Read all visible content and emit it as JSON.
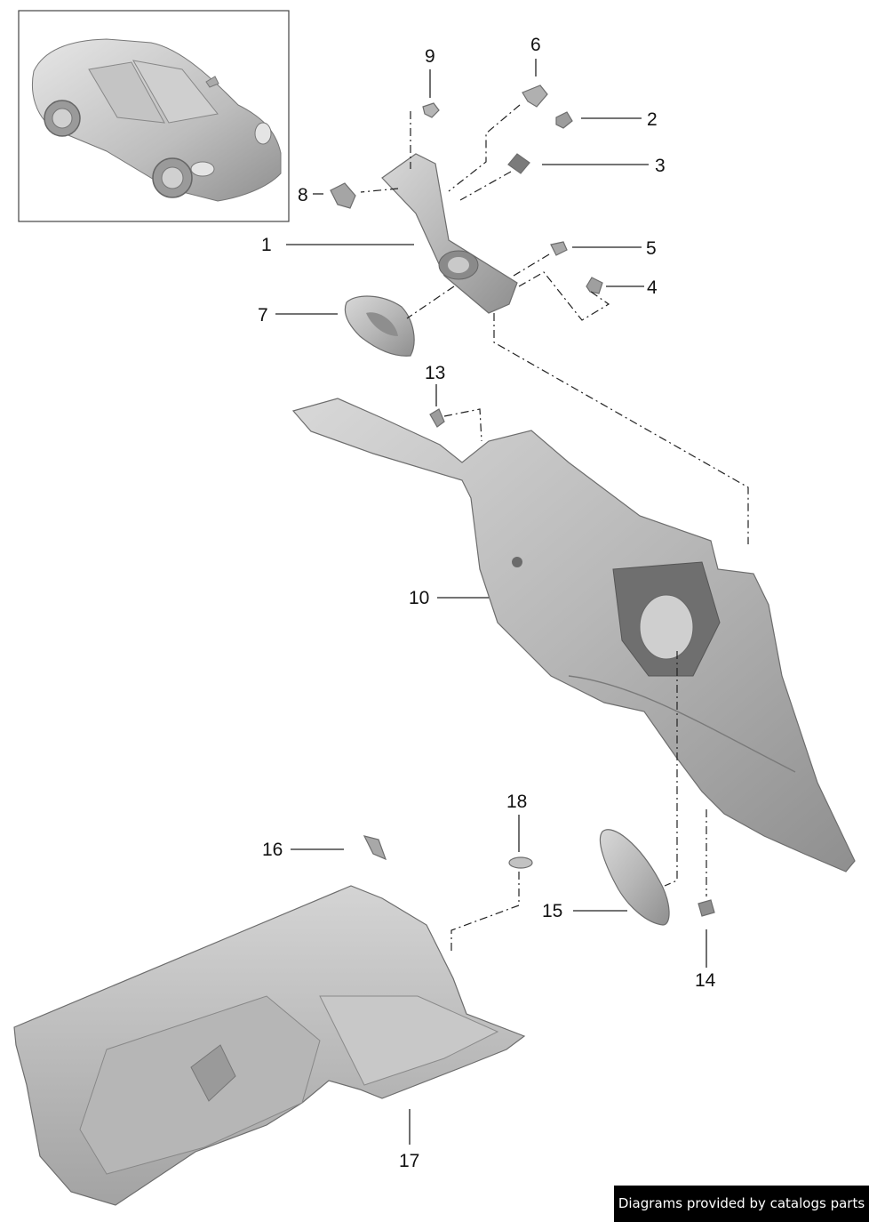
{
  "callouts": [
    "1",
    "2",
    "3",
    "4",
    "5",
    "6",
    "7",
    "8",
    "9",
    "10",
    "13",
    "14",
    "15",
    "16",
    "17",
    "18"
  ],
  "colors": {
    "part_fill": "#bdbdbd",
    "part_shadow": "#8e8e8e",
    "part_highlight": "#e2e2e2",
    "line": "#222222"
  },
  "watermark": {
    "text": "Diagrams provided by catalogs parts"
  }
}
